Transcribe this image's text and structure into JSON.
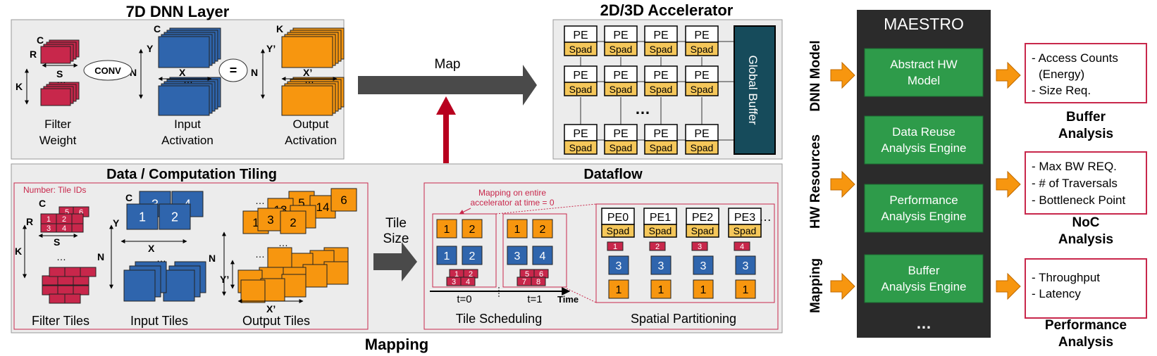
{
  "colors": {
    "filter": "#c8274b",
    "input": "#2f65ad",
    "output": "#f7960f",
    "panel": "#ececec",
    "red_border": "#c8274b",
    "green": "#2e9b4a",
    "dark": "#2b2b2b",
    "teal": "#164b5b",
    "spad": "#f5c75a",
    "arrow_gray": "#4a4a4a",
    "arrow_red": "#b8001f"
  },
  "dnn_layer": {
    "title": "7D DNN Layer",
    "labels": {
      "C": "C",
      "R": "R",
      "S": "S",
      "K": "K",
      "Y": "Y",
      "X": "X",
      "N": "N",
      "Yp": "Y’",
      "Xp": "X’",
      "dots": "…"
    },
    "conv": "CONV",
    "equals": "=",
    "filter_caption": [
      "Filter",
      "Weight"
    ],
    "input_caption": [
      "Input",
      "Activation"
    ],
    "output_caption": [
      "Output",
      "Activation"
    ]
  },
  "map_label": "Map",
  "accelerator": {
    "title": "2D/3D Accelerator",
    "pe": "PE",
    "spad": "Spad",
    "dots": "…",
    "global_buffer": "Global Buffer"
  },
  "tiling": {
    "title": "Data / Computation Tiling",
    "note": "Number: Tile IDs",
    "filter_ids": [
      "1",
      "2",
      "3",
      "4",
      "5",
      "6"
    ],
    "input_ids": [
      "1",
      "2",
      "3",
      "4"
    ],
    "output_ids": [
      "1",
      "2",
      "3",
      "4",
      "5",
      "6",
      "14",
      "13"
    ],
    "captions": [
      "Filter Tiles",
      "Input Tiles",
      "Output Tiles"
    ],
    "labels": {
      "C": "C",
      "R": "R",
      "S": "S",
      "K": "K",
      "Y": "Y",
      "X": "X",
      "N": "N",
      "Yp": "Y’",
      "Xp": "X’",
      "dots": "…"
    }
  },
  "tile_size": [
    "Tile",
    "Size"
  ],
  "dataflow": {
    "title": "Dataflow",
    "mapping_note": [
      "Mapping on entire",
      "accelerator at time = 0"
    ],
    "t0": "t=0",
    "t1": "t=1",
    "time": "Time",
    "t0_output": [
      "1",
      "2"
    ],
    "t0_input": [
      "1",
      "2"
    ],
    "t0_filter": [
      "1",
      "2",
      "3",
      "4"
    ],
    "t1_output": [
      "1",
      "2"
    ],
    "t1_input": [
      "3",
      "4"
    ],
    "t1_filter": [
      "5",
      "6",
      "7",
      "8"
    ],
    "tile_scheduling": "Tile Scheduling",
    "pe_labels": [
      "PE0",
      "PE1",
      "PE2",
      "PE3"
    ],
    "pe_dots": "…",
    "pe_spad": "Spad",
    "pe_filter": [
      "1",
      "2",
      "3",
      "4"
    ],
    "pe_input": [
      "3",
      "3",
      "3",
      "3"
    ],
    "pe_output": [
      "1",
      "1",
      "1",
      "1"
    ],
    "spatial_partitioning": "Spatial Partitioning"
  },
  "mapping_caption": "Mapping",
  "maestro": {
    "title": "MAESTRO",
    "engines": [
      [
        "Abstract HW",
        "Model"
      ],
      [
        "Data Reuse",
        "Analysis Engine"
      ],
      [
        "Performance",
        "Analysis Engine"
      ],
      [
        "Buffer",
        "Analysis Engine"
      ]
    ],
    "dots": "…"
  },
  "inputs": [
    "DNN Model",
    "HW Resources",
    "Mapping"
  ],
  "outputs": [
    {
      "items": [
        "- Access Counts",
        "(Energy)",
        "- Size Req."
      ],
      "caption": [
        "Buffer",
        "Analysis"
      ]
    },
    {
      "items": [
        "- Max BW REQ.",
        "- # of Traversals",
        "- Bottleneck Point"
      ],
      "caption": [
        "NoC",
        "Analysis"
      ]
    },
    {
      "items": [
        "- Throughput",
        "- Latency"
      ],
      "caption": [
        "Performance",
        "Analysis"
      ]
    }
  ]
}
